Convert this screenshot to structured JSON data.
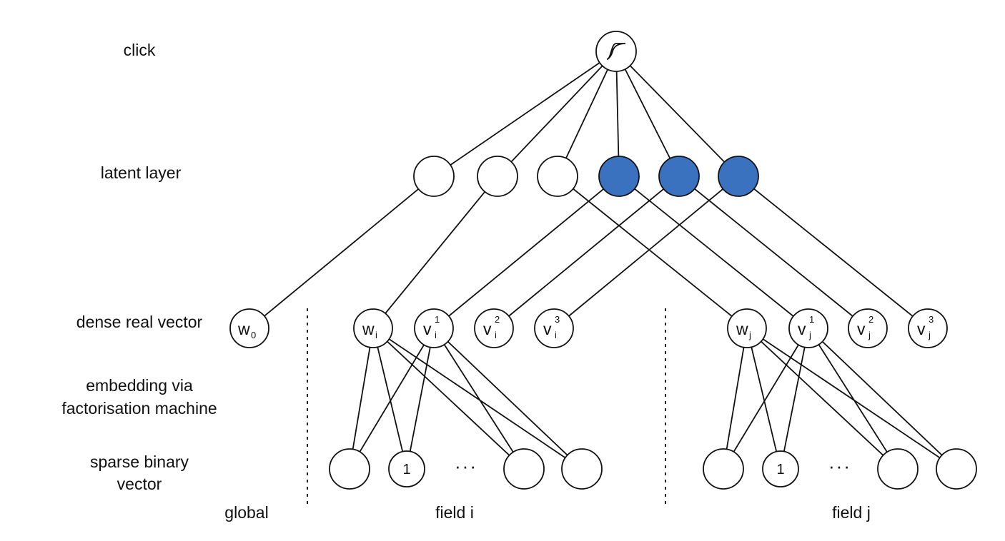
{
  "row_labels": {
    "click": "click",
    "latent": "latent layer",
    "dense": "dense real vector",
    "embedding_1": "embedding via",
    "embedding_2": "factorisation machine",
    "sparse_1": "sparse binary",
    "sparse_2": "vector"
  },
  "sections": {
    "global": "global",
    "field_i": "field i",
    "field_j": "field j"
  },
  "dense_nodes": {
    "w0": {
      "base": "w",
      "sub": "0",
      "sup": ""
    },
    "wi": {
      "base": "w",
      "sub": "i",
      "sup": ""
    },
    "vi1": {
      "base": "v",
      "sub": "i",
      "sup": "1"
    },
    "vi2": {
      "base": "v",
      "sub": "i",
      "sup": "2"
    },
    "vi3": {
      "base": "v",
      "sub": "i",
      "sup": "3"
    },
    "wj": {
      "base": "w",
      "sub": "j",
      "sup": ""
    },
    "vj1": {
      "base": "v",
      "sub": "j",
      "sup": "1"
    },
    "vj2": {
      "base": "v",
      "sub": "j",
      "sup": "2"
    },
    "vj3": {
      "base": "v",
      "sub": "j",
      "sup": "3"
    }
  },
  "sparse_labels": {
    "active_i": "1",
    "active_j": "1",
    "ellipsis_i": "···",
    "ellipsis_j": "···"
  },
  "colors": {
    "highlight": "#3a72bf",
    "line": "#111111"
  }
}
